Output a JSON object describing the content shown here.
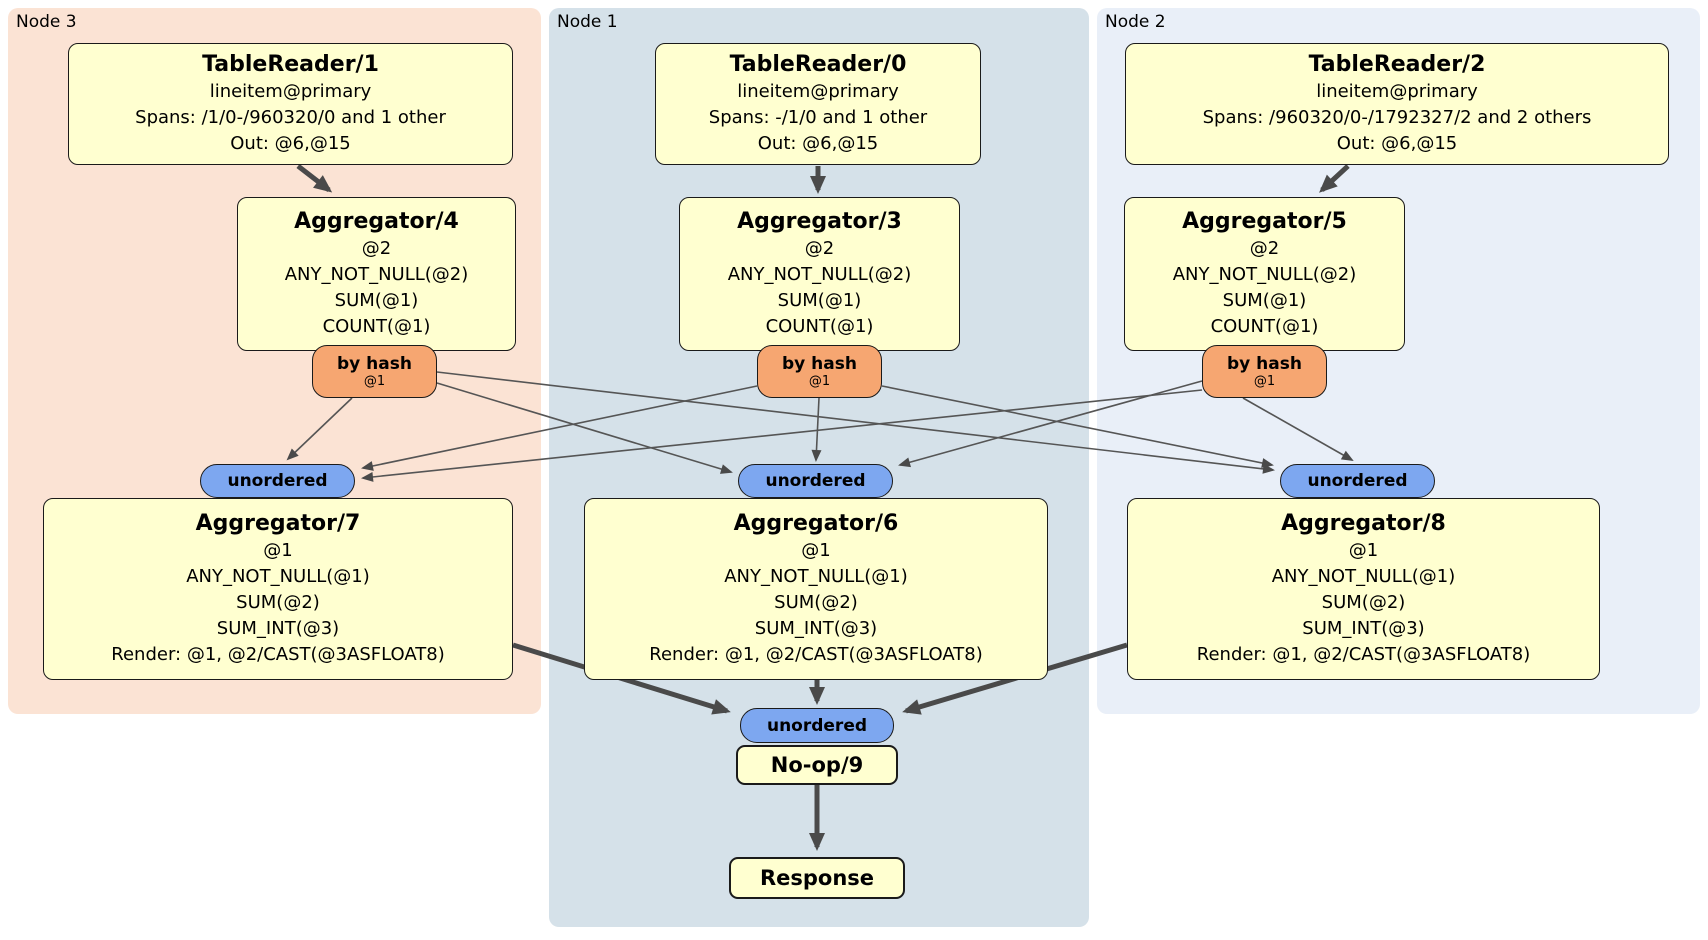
{
  "groups": [
    {
      "label": "Node 3",
      "color": "#fbe3d4"
    },
    {
      "label": "Node 1",
      "color": "#d5e1e9"
    },
    {
      "label": "Node 2",
      "color": "#e9eff8"
    }
  ],
  "palette": {
    "box_fill": "#ffffd0",
    "router_fill": "#f6a671",
    "sync_fill": "#7da7f0",
    "edge_thin": "#555555",
    "edge_thick": "#4a4a4a"
  },
  "nodes": {
    "tr1": {
      "title": "TableReader/1",
      "lines": [
        "lineitem@primary",
        "Spans: /1/0-/960320/0 and 1 other",
        "Out: @6,@15"
      ]
    },
    "tr0": {
      "title": "TableReader/0",
      "lines": [
        "lineitem@primary",
        "Spans: -/1/0 and 1 other",
        "Out: @6,@15"
      ]
    },
    "tr2": {
      "title": "TableReader/2",
      "lines": [
        "lineitem@primary",
        "Spans: /960320/0-/1792327/2 and 2 others",
        "Out: @6,@15"
      ]
    },
    "agg4": {
      "title": "Aggregator/4",
      "lines": [
        "@2",
        "ANY_NOT_NULL(@2)",
        "SUM(@1)",
        "COUNT(@1)"
      ]
    },
    "agg3": {
      "title": "Aggregator/3",
      "lines": [
        "@2",
        "ANY_NOT_NULL(@2)",
        "SUM(@1)",
        "COUNT(@1)"
      ]
    },
    "agg5": {
      "title": "Aggregator/5",
      "lines": [
        "@2",
        "ANY_NOT_NULL(@2)",
        "SUM(@1)",
        "COUNT(@1)"
      ]
    },
    "agg7": {
      "title": "Aggregator/7",
      "lines": [
        "@1",
        "ANY_NOT_NULL(@1)",
        "SUM(@2)",
        "SUM_INT(@3)",
        "Render: @1, @2/CAST(@3ASFLOAT8)"
      ]
    },
    "agg6": {
      "title": "Aggregator/6",
      "lines": [
        "@1",
        "ANY_NOT_NULL(@1)",
        "SUM(@2)",
        "SUM_INT(@3)",
        "Render: @1, @2/CAST(@3ASFLOAT8)"
      ]
    },
    "agg8": {
      "title": "Aggregator/8",
      "lines": [
        "@1",
        "ANY_NOT_NULL(@1)",
        "SUM(@2)",
        "SUM_INT(@3)",
        "Render: @1, @2/CAST(@3ASFLOAT8)"
      ]
    },
    "noop": {
      "title": "No-op/9"
    },
    "response": {
      "title": "Response"
    }
  },
  "router": {
    "label": "by hash",
    "detail": "@1"
  },
  "sync": {
    "label": "unordered"
  }
}
